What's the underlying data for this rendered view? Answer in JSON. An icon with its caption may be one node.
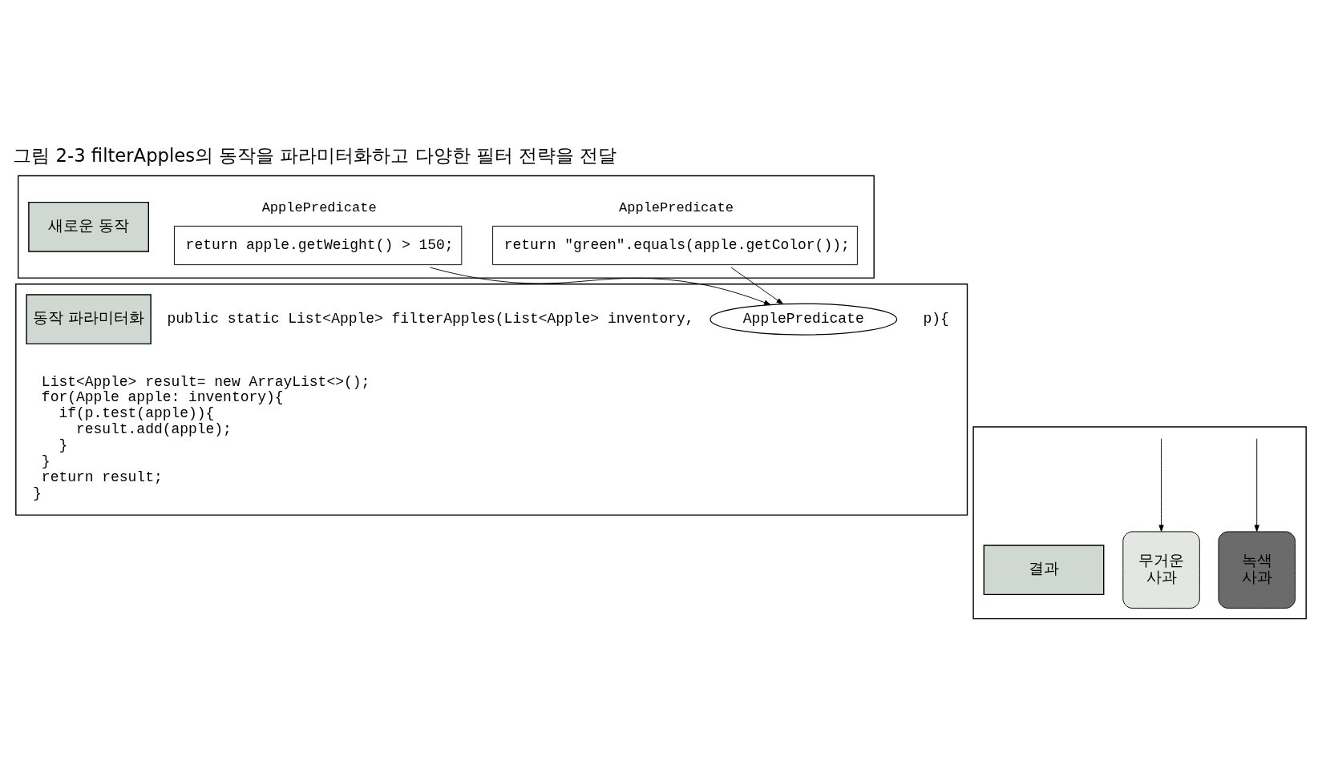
{
  "diagram": {
    "title": "그림 2-3 filterApples의 동작을 파라미터화하고 다양한 필터 전략을 전달",
    "nodes": [
      {
        "text": [],
        "shape": "box"
      },
      {
        "text": [
          "새로운 동작"
        ],
        "in": 0
      },
      {
        "text": [
          "ApplePredicate",
          "return apple.getWeight() > 150;"
        ],
        "in": 0
      },
      {
        "text": [
          "ApplePredicate",
          "return \"green\".equals(apple.getColor());"
        ],
        "in": 0
      },
      {
        "text": [],
        "shape": "box"
      },
      {
        "text": [
          "동작 파라미터화"
        ],
        "in": 4
      },
      {
        "text": [
          "public static List<Apple> filterApples(List<Apple> inventory,"
        ],
        "in": 4
      },
      {
        "text": [
          "ApplePredicate"
        ],
        "in": 4
      },
      {
        "text": [
          "p){"
        ],
        "in": 4
      },
      {
        "text": [
          "List<Apple> result= new ArrayList<>();",
          "for(Apple apple: inventory){",
          "if(p.test(apple)){",
          "result.add(apple);",
          "}",
          "}",
          "return result;",
          "}"
        ],
        "in": 4
      },
      {
        "text": [],
        "shape": "box"
      },
      {
        "text": [
          "결과"
        ],
        "in": 10
      },
      {
        "text": [
          "무거운 사과"
        ],
        "in": 10
      },
      {
        "text": [
          "녹색 사과"
        ],
        "in": 10
      }
    ],
    "edges": [
      {
        "from": 2,
        "to": 7,
        "arrow": "to"
      },
      {
        "from": 3,
        "to": 7,
        "arrow": "to"
      },
      {
        "from": null,
        "to": 12,
        "arrow": "to"
      },
      {
        "from": null,
        "to": 13,
        "arrow": "to"
      }
    ]
  }
}
